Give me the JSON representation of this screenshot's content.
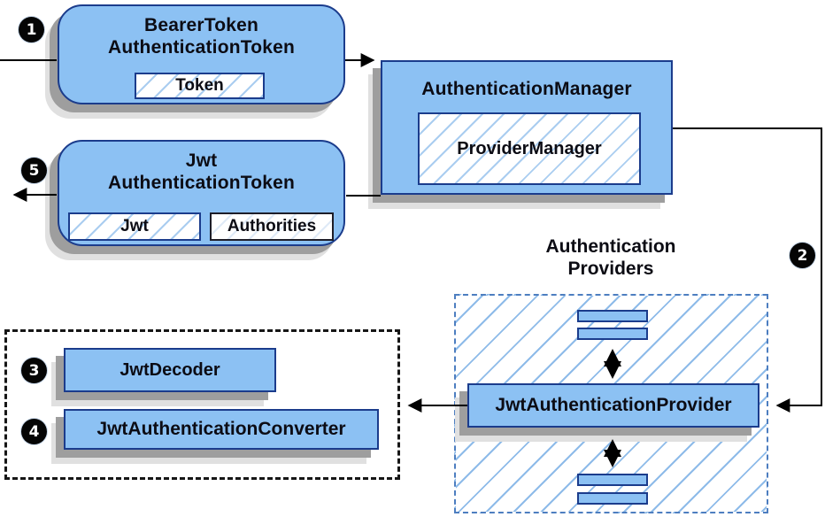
{
  "colors": {
    "node_fill": "#8cc1f3",
    "node_border": "#1b3c8c",
    "hatch_line": "#aacdf0",
    "container_dash": "#4d7ec0",
    "shadow": "#9e9e9e",
    "wire": "#000000"
  },
  "nodes": {
    "bearer_token": {
      "title_line1": "BearerToken",
      "title_line2": "AuthenticationToken",
      "inner_token": "Token"
    },
    "authentication_manager": {
      "title": "AuthenticationManager",
      "inner_provider_manager": "ProviderManager"
    },
    "jwt_authentication_token": {
      "title_line1": "Jwt",
      "title_line2": "AuthenticationToken",
      "inner_jwt": "Jwt",
      "inner_authorities": "Authorities"
    },
    "jwt_authentication_provider": {
      "title": "JwtAuthenticationProvider"
    },
    "jwt_decoder": {
      "title": "JwtDecoder"
    },
    "jwt_authentication_converter": {
      "title": "JwtAuthenticationConverter"
    }
  },
  "labels": {
    "providers_group_line1": "Authentication",
    "providers_group_line2": "Providers"
  },
  "steps": {
    "s1": "1",
    "s2": "2",
    "s3": "3",
    "s4": "4",
    "s5": "5"
  }
}
